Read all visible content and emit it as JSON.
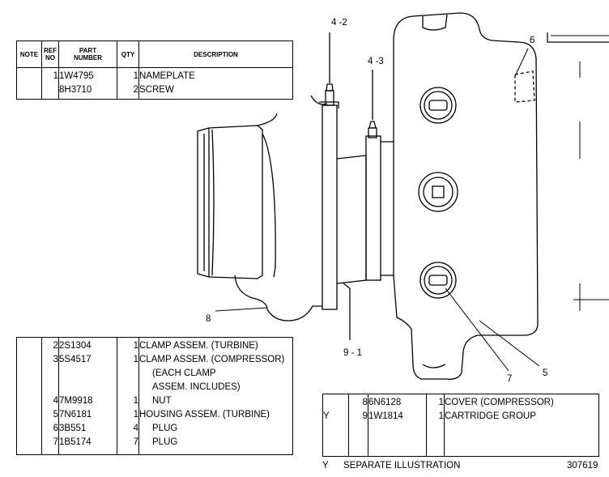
{
  "table1": {
    "headers": {
      "note": "NOTE",
      "ref_no": "REF\nNO",
      "part_number": "PART\nNUMBER",
      "qty": "QTY",
      "description": "DESCRIPTION"
    },
    "rows": [
      {
        "note": "",
        "ref": "1",
        "part": "1W4795",
        "qty": "1",
        "desc": "NAMEPLATE"
      },
      {
        "note": "",
        "ref": "",
        "part": "8H3710",
        "qty": "2",
        "desc": "SCREW"
      }
    ]
  },
  "table2": {
    "rows": [
      {
        "note": "",
        "ref": "2",
        "part": "2S1304",
        "qty": "1",
        "desc": "CLAMP ASSEM. (TURBINE)"
      },
      {
        "note": "",
        "ref": "3",
        "part": "5S4517",
        "qty": "1",
        "desc": "CLAMP ASSEM. (COMPRESSOR)"
      },
      {
        "note": "",
        "ref": "",
        "part": "",
        "qty": "",
        "desc": "(EACH CLAMP"
      },
      {
        "note": "",
        "ref": "",
        "part": "",
        "qty": "",
        "desc": "ASSEM. INCLUDES)"
      },
      {
        "note": "",
        "ref": "4",
        "part": "7M9918",
        "qty": "1",
        "desc": "NUT"
      },
      {
        "note": "",
        "ref": "5",
        "part": "7N6181",
        "qty": "1",
        "desc": "HOUSING ASSEM. (TURBINE)"
      },
      {
        "note": "",
        "ref": "6",
        "part": "3B551",
        "qty": "4",
        "desc": "PLUG"
      },
      {
        "note": "",
        "ref": "7",
        "part": "1B5174",
        "qty": "7",
        "desc": "PLUG"
      }
    ]
  },
  "table3": {
    "rows": [
      {
        "note": "",
        "ref": "8",
        "part": "6N6128",
        "qty": "1",
        "desc": "COVER (COMPRESSOR)"
      },
      {
        "note": "Y",
        "ref": "9",
        "part": "1W1814",
        "qty": "1",
        "desc": "CARTRIDGE GROUP"
      }
    ]
  },
  "callouts": {
    "c4_2": "4 -2",
    "c4_3": "4 -3",
    "c6": "6",
    "c8": "8",
    "c9_1": "9 - 1",
    "c7": "7",
    "c5": "5"
  },
  "footer": {
    "legend_key": "Y",
    "legend_text": "SEPARATE ILLUSTRATION",
    "drawing_number": "307619"
  }
}
